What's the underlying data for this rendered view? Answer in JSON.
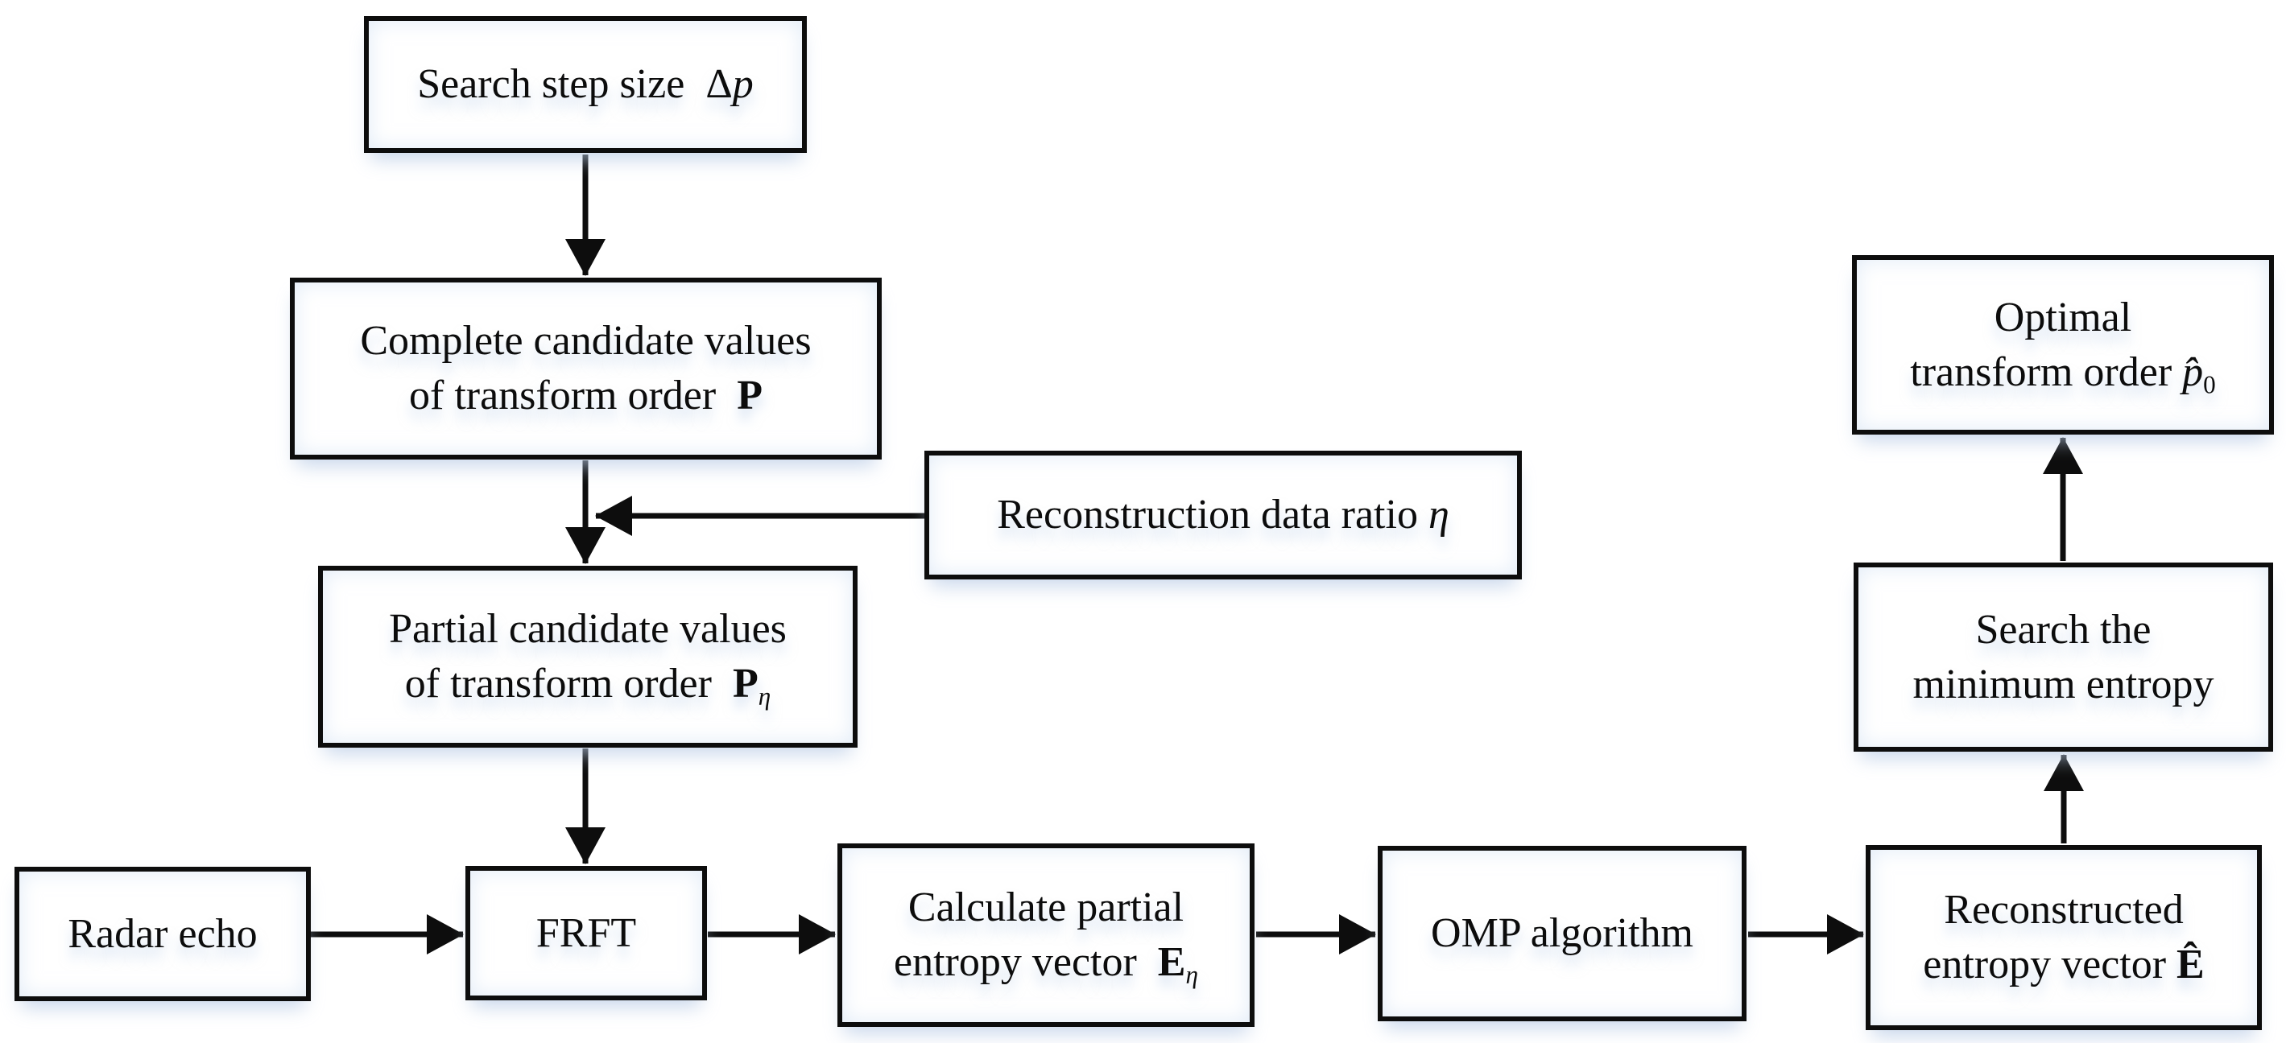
{
  "diagram": {
    "colors": {
      "background": "#ffffff",
      "line": "#0d0d0d",
      "box_fill": "#ffffff",
      "glow": "#c9daf0"
    },
    "nodes": {
      "search_step": {
        "lines": [
          [
            {
              "t": "Search step size  "
            },
            {
              "t": "Δ"
            },
            {
              "t": "p",
              "s": "i"
            }
          ]
        ]
      },
      "complete_candidates": {
        "lines": [
          [
            {
              "t": "Complete candidate values"
            }
          ],
          [
            {
              "t": "of transform order  "
            },
            {
              "t": "P",
              "s": "b"
            }
          ]
        ]
      },
      "recon_ratio": {
        "lines": [
          [
            {
              "t": "Reconstruction data ratio "
            },
            {
              "t": "η",
              "s": "i"
            }
          ]
        ]
      },
      "partial_candidates": {
        "lines": [
          [
            {
              "t": "Partial candidate values"
            }
          ],
          [
            {
              "t": "of transform order  "
            },
            {
              "t": "P",
              "s": "b"
            },
            {
              "t": "η",
              "s": "iu"
            }
          ]
        ]
      },
      "radar_echo": {
        "lines": [
          [
            {
              "t": "Radar echo"
            }
          ]
        ]
      },
      "frft": {
        "lines": [
          [
            {
              "t": "FRFT"
            }
          ]
        ]
      },
      "calc_entropy": {
        "lines": [
          [
            {
              "t": "Calculate partial"
            }
          ],
          [
            {
              "t": "entropy vector  "
            },
            {
              "t": "E",
              "s": "b"
            },
            {
              "t": "η",
              "s": "iu"
            }
          ]
        ]
      },
      "omp": {
        "lines": [
          [
            {
              "t": "OMP algorithm"
            }
          ]
        ]
      },
      "recon_entropy": {
        "lines": [
          [
            {
              "t": "Reconstructed"
            }
          ],
          [
            {
              "t": "entropy vector "
            },
            {
              "t": "Ê",
              "s": "b"
            }
          ]
        ]
      },
      "search_min": {
        "lines": [
          [
            {
              "t": "Search the"
            }
          ],
          [
            {
              "t": "minimum entropy"
            }
          ]
        ]
      },
      "optimal_order": {
        "lines": [
          [
            {
              "t": "Optimal"
            }
          ],
          [
            {
              "t": "transform order "
            },
            {
              "t": "p̂",
              "s": "i"
            },
            {
              "t": "0",
              "s": "u"
            }
          ]
        ]
      }
    }
  }
}
